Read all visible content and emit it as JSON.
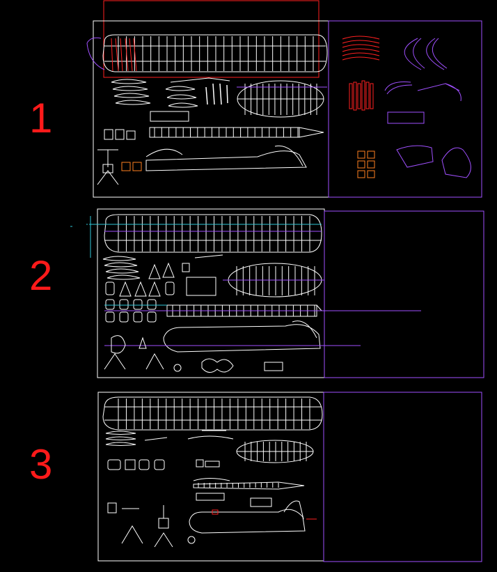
{
  "colors": {
    "background": "#000000",
    "linework": "#ffffff",
    "frame": "#a050ff",
    "label": "#ff1a1a",
    "parts_red": "#ff2020",
    "parts_orange": "#ff8020",
    "guide_cyan": "#30c8d8"
  },
  "sheets": [
    {
      "label": "1"
    },
    {
      "label": "2"
    },
    {
      "label": "3"
    }
  ]
}
